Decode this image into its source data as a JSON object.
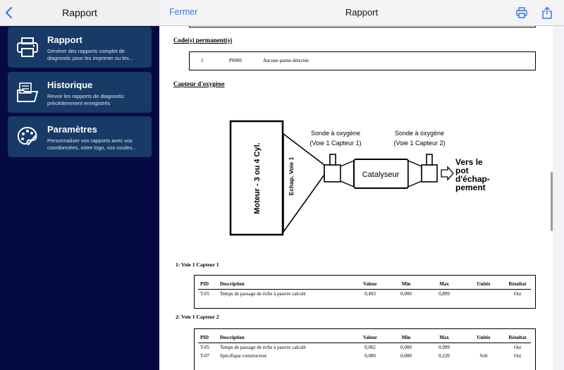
{
  "sidebar": {
    "title": "Rapport",
    "items": [
      {
        "title": "Rapport",
        "desc": "Générer des rapports complet de diagnostic pour les imprimer ou les...",
        "icon": "printer-icon"
      },
      {
        "title": "Historique",
        "desc": "Revoir les rapports de diagnostic précédemment enregistrés",
        "icon": "folder-icon"
      },
      {
        "title": "Paramètres",
        "desc": "Personnaliser vos rapports avec vos coordonnées, votre logo, vos couleu...",
        "icon": "palette-icon"
      }
    ]
  },
  "header": {
    "close_label": "Fermer",
    "title": "Rapport",
    "print_icon": "print-icon",
    "share_icon": "share-icon"
  },
  "colors": {
    "sidebar_bg": "#050a44",
    "card_bg": "#173a66",
    "accent": "#3478f6"
  },
  "document": {
    "dtc_title": "Code(s) permanent(s)",
    "dtc_row": {
      "num": "1",
      "code": "P0000",
      "desc": "Aucune panne détectée"
    },
    "o2_title": "Capteur d'oxygène",
    "diagram": {
      "engine": "Moteur - 3 ou 4 Cyl.",
      "exhaust": "Echap. Voie 1",
      "sensor1_line1": "Sonde à oxygène",
      "sensor1_line2": "(Voie 1 Capteur 1)",
      "sensor2_line1": "Sonde à oxygène",
      "sensor2_line2": "(Voie 1 Capteur 2)",
      "catalyst": "Catalyseur",
      "pot_line1": "Vers le",
      "pot_line2": "pot",
      "pot_line3": "d'échap-",
      "pot_line4": "pement"
    },
    "headers": [
      "PID",
      "Description",
      "Valeur",
      "Min",
      "Max",
      "Unités",
      "Résultat"
    ],
    "sensor1": {
      "title": "1: Voie 1 Capteur 1",
      "rows": [
        {
          "pid": "T-05",
          "desc": "Temps de passage de riche à pauvre calculé",
          "value": "0,493",
          "min": "0,000",
          "max": "0,899",
          "unit": "",
          "result": "Oui"
        }
      ]
    },
    "sensor2": {
      "title": "2: Voie 1 Capteur 2",
      "rows": [
        {
          "pid": "T-05",
          "desc": "Temps de passage de riche à pauvre calculé",
          "value": "0,062",
          "min": "0,000",
          "max": "0,999",
          "unit": "",
          "result": "Oui"
        },
        {
          "pid": "T-07",
          "desc": "Spécifique constructeur",
          "value": "0,000",
          "min": "0,000",
          "max": "0,220",
          "unit": "Volt",
          "result": "Oui"
        }
      ]
    }
  }
}
